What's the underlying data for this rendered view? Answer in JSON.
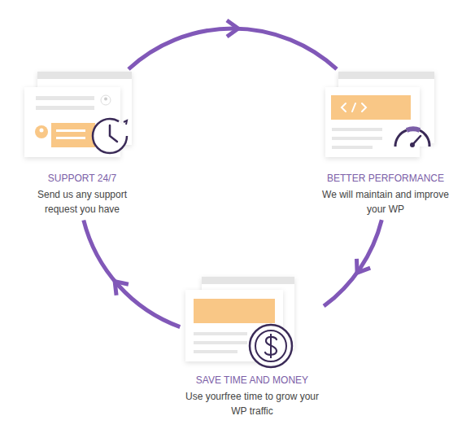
{
  "diagram": {
    "nodes": [
      {
        "text": [
          "SUPPORT 24/7",
          "Send us any support request you have"
        ]
      },
      {
        "text": [
          "BETTER PERFORMANCE",
          "We will maintain and improve your WP"
        ]
      },
      {
        "text": [
          "SAVE TIME AND MONEY",
          "Use yourfree time to grow your WP traffic"
        ]
      }
    ],
    "edges": [
      {
        "from": 0,
        "to": 1,
        "arrow": "to"
      },
      {
        "from": 1,
        "to": 2,
        "arrow": "to"
      },
      {
        "from": 2,
        "to": 0,
        "arrow": "to"
      }
    ]
  }
}
